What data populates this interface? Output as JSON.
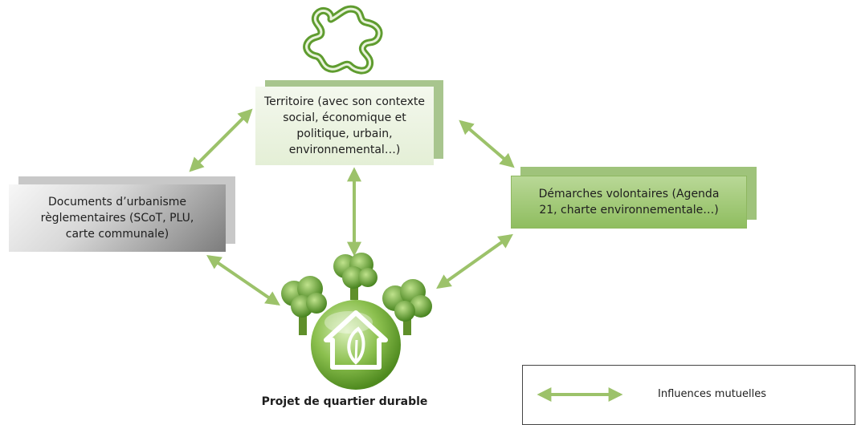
{
  "diagram": {
    "territoire_text": "Territoire (avec son contexte\nsocial, économique et\npolitique, urbain,\nenvironnemental…)",
    "documents_text": "Documents d’urbanisme\nrèglementaires (SCoT, PLU,\ncarte communale)",
    "demarches_text": "Démarches volontaires (Agenda\n21, charte environnementale…)",
    "center_label": "Projet de quartier durable"
  },
  "legend": {
    "label": "Influences mutuelles"
  },
  "colors": {
    "arrow": "#9cc26a",
    "accent_green": "#5f9c2f",
    "box_green_light": "#e4efd6",
    "box_green": "#8fbd5f",
    "box_grey": "#7c7c7c"
  },
  "icons": [
    "puzzle-piece-icon",
    "eco-house-icon",
    "tree-icon"
  ]
}
